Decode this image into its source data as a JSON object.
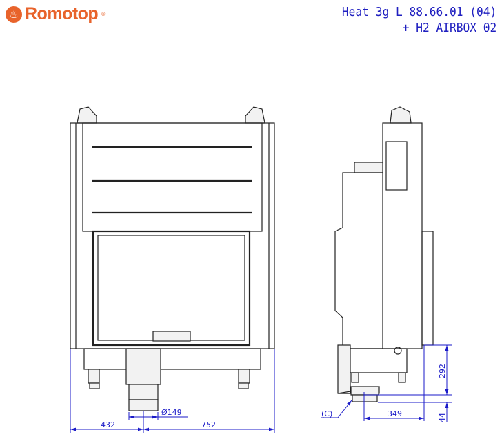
{
  "brand": {
    "name": "Romotop",
    "registered_mark": "®",
    "color": "#e8632b"
  },
  "title": {
    "line1": "Heat 3g L 88.66.01 (04)",
    "line2": "+ H2 AIRBOX 02",
    "color": "#2020c0"
  },
  "dimensions": {
    "front_left": "432",
    "front_right": "752",
    "outlet_diameter": "Ø149",
    "side_depth": "349",
    "side_height_292": "292",
    "side_height_44": "44",
    "connection_label": "(C)"
  }
}
